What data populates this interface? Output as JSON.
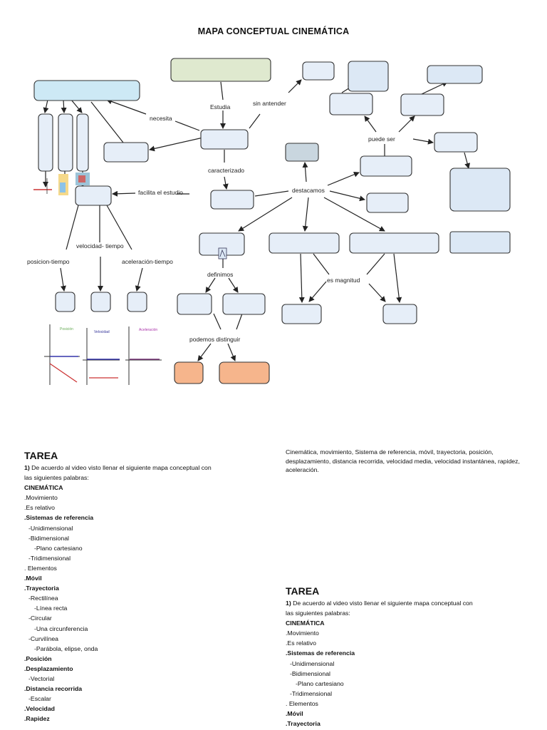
{
  "title": "MAPA CONCEPTUAL CINEMÁTICA",
  "map_labels": {
    "necesita": "necesita",
    "estudia": "Estudia",
    "sin_antender": "sin antender",
    "caracterizado": "caracterizado",
    "facilita": "facilita el estudio",
    "destacamos": "destacamos",
    "puede_ser": "puede ser",
    "posicion_tiempo": "posicion-tiempo",
    "velocidad_tiempo": "velocidad- tiempo",
    "aceleracion_tiempo": "aceleración-tiempo",
    "definimos": "definimos",
    "es_magnitud": "es magnitud",
    "podemos": "podemos distinguir"
  },
  "tarea": {
    "heading": "TAREA",
    "instruction_num": "1)",
    "instruction_a": " De acuerdo al video visto llenar el siguiente mapa conceptual con",
    "instruction_b": "las siguientes palabras:",
    "list_left": [
      {
        "text": "CINEMÁTICA",
        "bold": true,
        "indent": 0
      },
      {
        "text": ".Movimiento",
        "bold": false,
        "indent": 0
      },
      {
        "text": ".Es relativo",
        "bold": false,
        "indent": 0
      },
      {
        "text": ".Sistemas de referencia",
        "bold": true,
        "indent": 0
      },
      {
        "text": "-Unidimensional",
        "bold": false,
        "indent": 1
      },
      {
        "text": "-Bidimensional",
        "bold": false,
        "indent": 1
      },
      {
        "text": "-Plano cartesiano",
        "bold": false,
        "indent": 2
      },
      {
        "text": "-Tridimensional",
        "bold": false,
        "indent": 1
      },
      {
        "text": ". Elementos",
        "bold": false,
        "indent": 0
      },
      {
        "text": ".Móvil",
        "bold": true,
        "indent": 0
      },
      {
        "text": ".Trayectoria",
        "bold": true,
        "indent": 0
      },
      {
        "text": "-Rectilínea",
        "bold": false,
        "indent": 1
      },
      {
        "text": "-Línea recta",
        "bold": false,
        "indent": 2
      },
      {
        "text": "-Circular",
        "bold": false,
        "indent": 1
      },
      {
        "text": "-Una circunferencia",
        "bold": false,
        "indent": 2
      },
      {
        "text": "-Curvilínea",
        "bold": false,
        "indent": 1
      },
      {
        "text": "-Parábola, elipse, onda",
        "bold": false,
        "indent": 2
      },
      {
        "text": ".Posición",
        "bold": true,
        "indent": 0
      },
      {
        "text": ".Desplazamiento",
        "bold": true,
        "indent": 0
      },
      {
        "text": "-Vectorial",
        "bold": false,
        "indent": 1
      },
      {
        "text": ".Distancia recorrida",
        "bold": true,
        "indent": 0
      },
      {
        "text": "-Escalar",
        "bold": false,
        "indent": 1
      },
      {
        "text": ".Velocidad",
        "bold": true,
        "indent": 0
      },
      {
        "text": ".Rapidez",
        "bold": true,
        "indent": 0
      }
    ],
    "list_right": [
      {
        "text": "CINEMÁTICA",
        "bold": true,
        "indent": 0
      },
      {
        "text": ".Movimiento",
        "bold": false,
        "indent": 0
      },
      {
        "text": ".Es relativo",
        "bold": false,
        "indent": 0
      },
      {
        "text": ".Sistemas de referencia",
        "bold": true,
        "indent": 0
      },
      {
        "text": "-Unidimensional",
        "bold": false,
        "indent": 1
      },
      {
        "text": "-Bidimensional",
        "bold": false,
        "indent": 1
      },
      {
        "text": "-Plano cartesiano",
        "bold": false,
        "indent": 2
      },
      {
        "text": "-Tridimensional",
        "bold": false,
        "indent": 1
      },
      {
        "text": ". Elementos",
        "bold": false,
        "indent": 0
      },
      {
        "text": ".Móvil",
        "bold": true,
        "indent": 0
      },
      {
        "text": ".Trayectoria",
        "bold": true,
        "indent": 0
      }
    ]
  },
  "word_bank": "Cinemática, movimiento, Sistema de referencia, móvil, trayectoria, posición, desplazamiento, distancia recorrida, velocidad media, velocidad instantánea, rapidez, aceleración.",
  "colors": {
    "box_fill": "#e6eef8",
    "box_stroke": "#3a3a3a",
    "green_box": "#dfe9cf",
    "cyan_box": "#cde9f5",
    "gray_box": "#c9d6df",
    "orange_box": "#f6b58c",
    "blue_box": "#dce8f5"
  }
}
